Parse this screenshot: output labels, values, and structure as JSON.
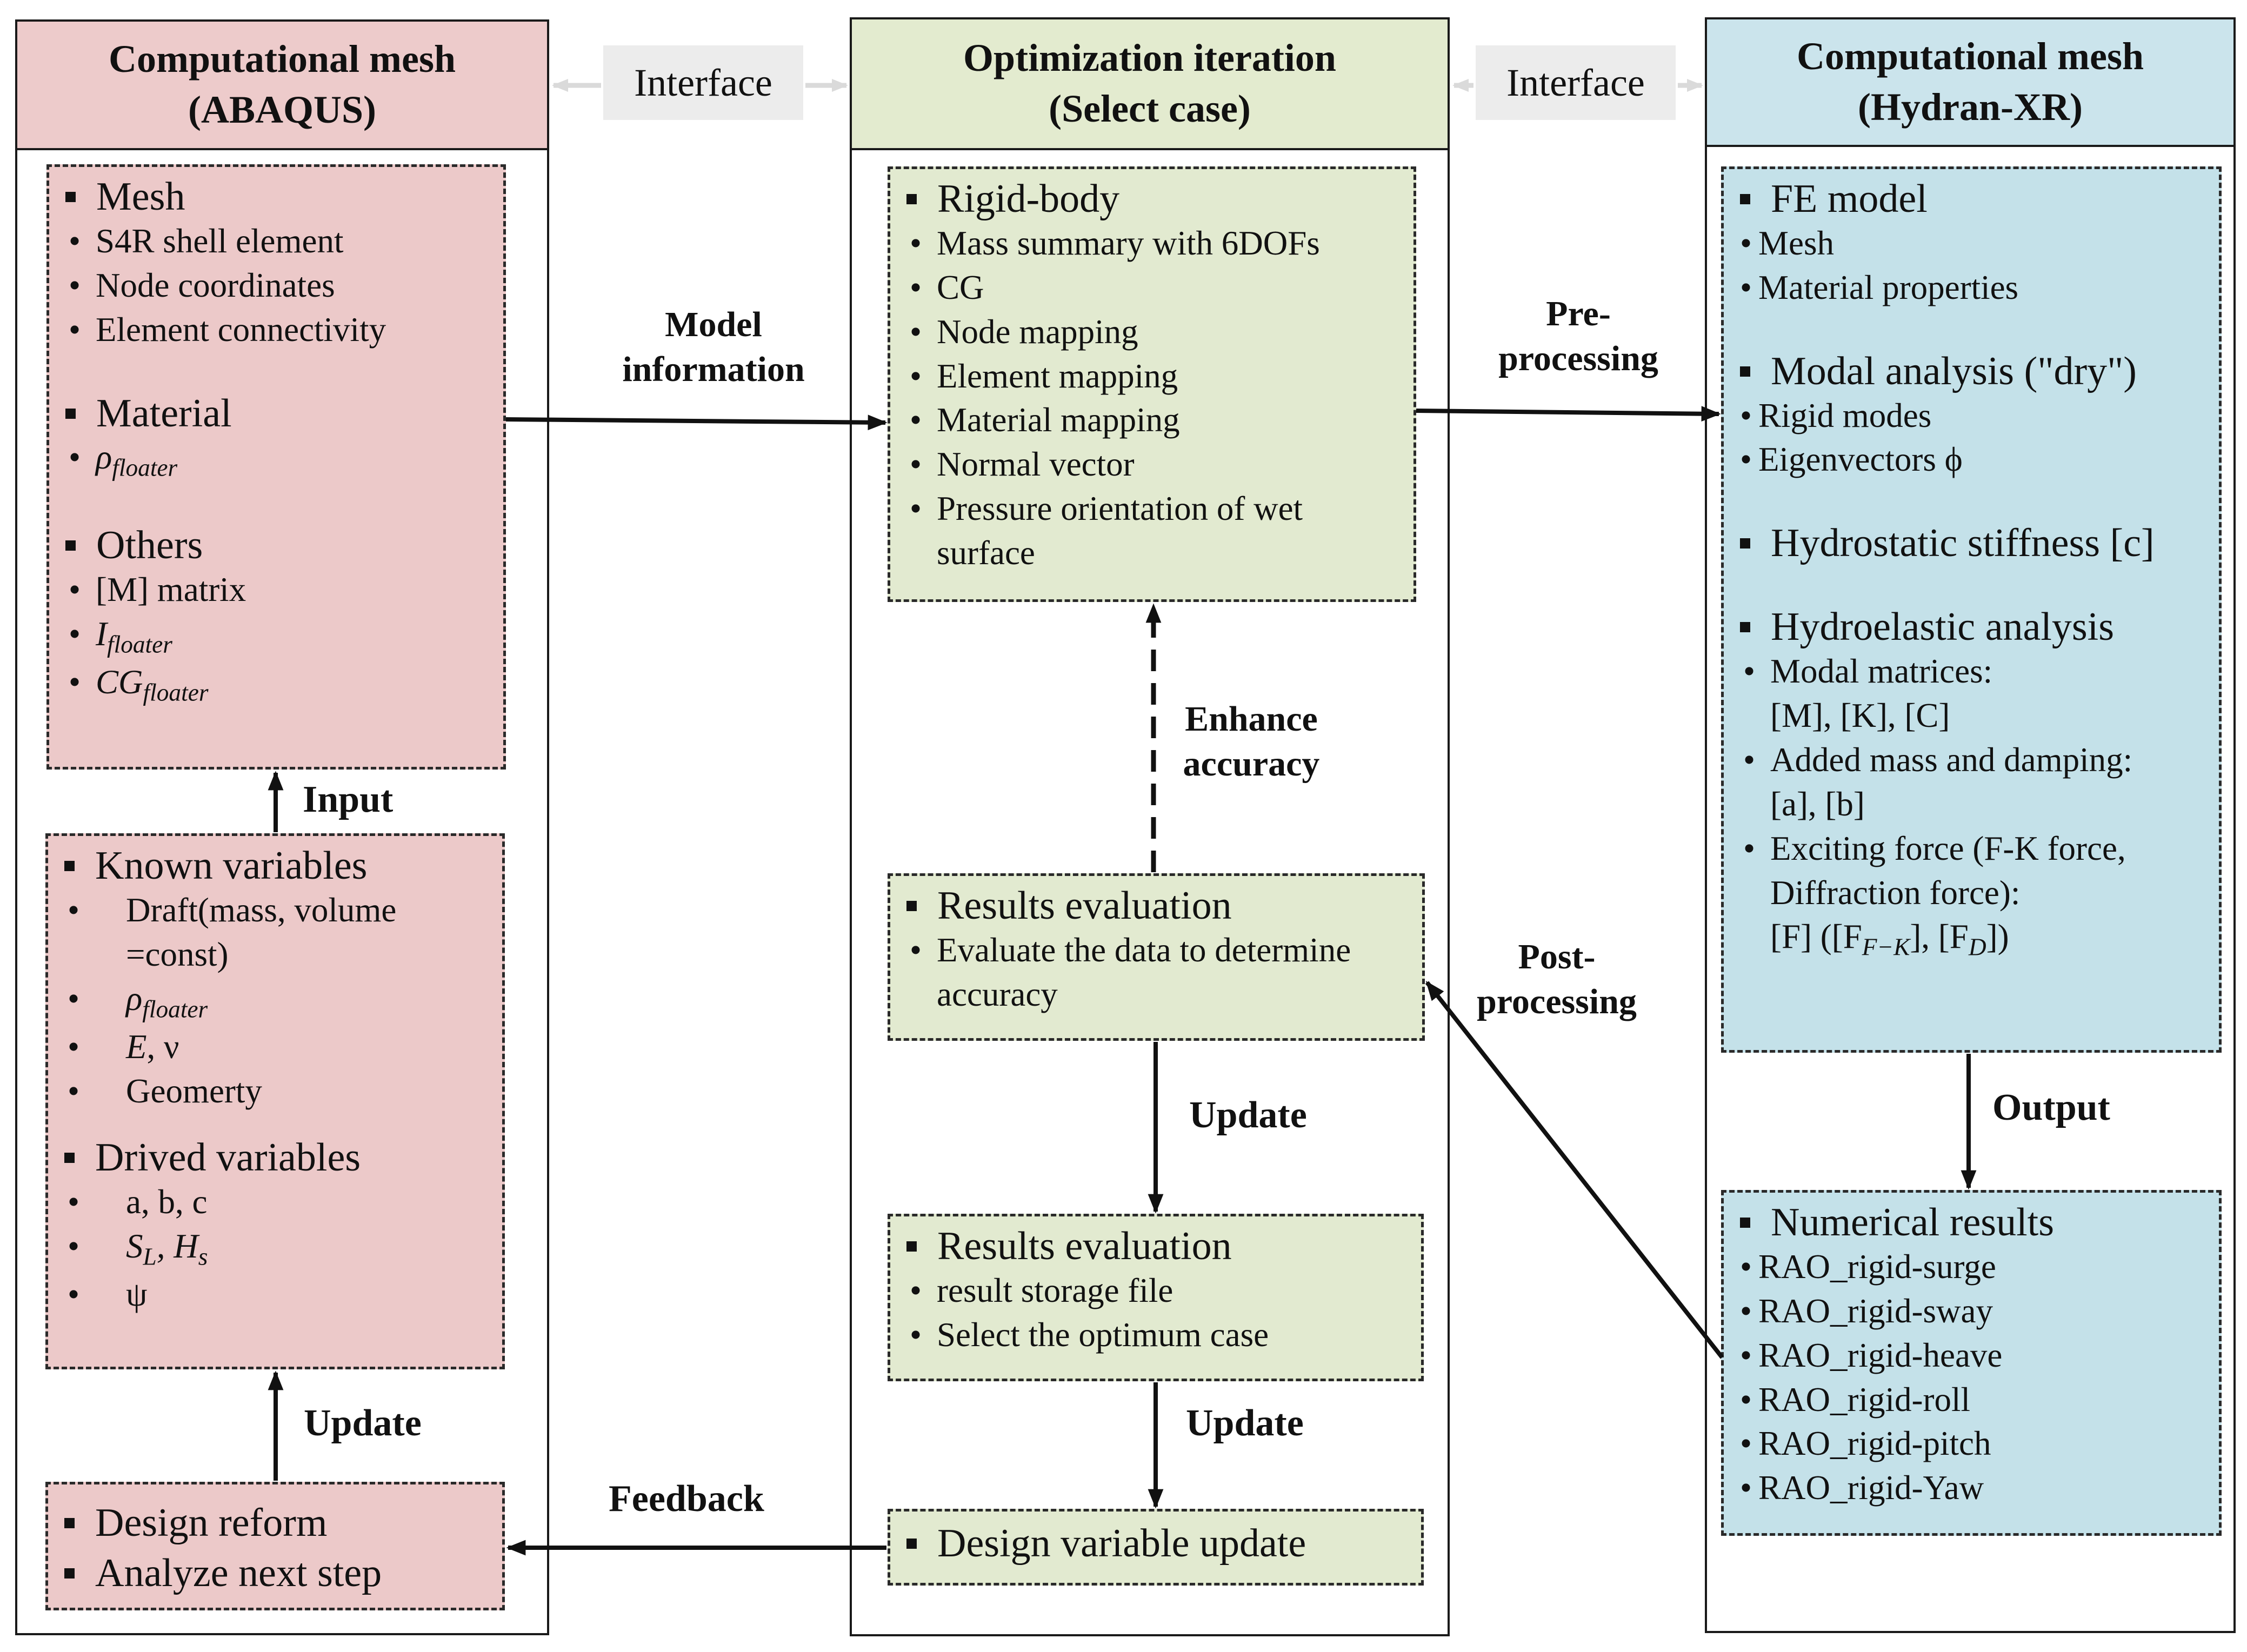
{
  "columns": {
    "left": {
      "title_line1": "Computational mesh",
      "title_line2": "(ABAQUS)",
      "color": "#ecc9c9"
    },
    "middle": {
      "title_line1": "Optimization iteration",
      "title_line2": "(Select case)",
      "color": "#e2ead0"
    },
    "right": {
      "title_line1": "Computational mesh",
      "title_line2": "(Hydran-XR)",
      "color": "#c4e1e9"
    }
  },
  "interfaces": {
    "left": "Interface",
    "right": "Interface"
  },
  "left_main_box": {
    "mesh_head": "Mesh",
    "mesh_items": [
      "S4R shell element",
      "Node coordinates",
      "Element connectivity"
    ],
    "material_head": "Material",
    "material_rho": "ρ",
    "material_rho_sub": "floater",
    "others_head": "Others",
    "others_matrix": "[M] matrix",
    "others_I": "I",
    "others_I_sub": "floater",
    "others_CG": "CG",
    "others_CG_sub": "floater"
  },
  "left_vars_box": {
    "known_head": "Known variables",
    "draft_line1": "Draft(mass, volume",
    "draft_line2": "=const)",
    "rho": "ρ",
    "rho_sub": "floater",
    "E": "E",
    "nu": ", ν",
    "geometry": "Geomerty",
    "drived_head": "Drived variables",
    "abc": "a, b, c",
    "SL": "S",
    "SL_sub": "L",
    "Hs": ", H",
    "Hs_sub": "s",
    "psi": "ψ"
  },
  "left_reform_box": {
    "items": [
      "Design reform",
      "Analyze next step"
    ]
  },
  "mid_rigid_box": {
    "head": "Rigid-body",
    "items": [
      "Mass summary with 6DOFs",
      "CG",
      "Node mapping",
      "Element mapping",
      "Material mapping",
      "Normal vector"
    ],
    "last_item_line1": "Pressure orientation of wet",
    "last_item_line2": "surface"
  },
  "mid_eval1_box": {
    "head": "Results evaluation",
    "item_line1": "Evaluate the data to determine",
    "item_line2": "accuracy"
  },
  "mid_eval2_box": {
    "head": "Results evaluation",
    "items": [
      "result storage file",
      "Select the optimum case"
    ]
  },
  "mid_update_box": {
    "head": "Design variable update"
  },
  "right_fe_box": {
    "fe_head": "FE model",
    "fe_items": [
      "Mesh",
      "Material properties"
    ],
    "modal_head": "Modal analysis (\"dry\")",
    "modal_items": [
      "Rigid modes",
      "Eigenvectors ϕ"
    ],
    "hydrostatic_head": "Hydrostatic stiffness [c]",
    "hydroelastic_head": "Hydroelastic analysis",
    "modal_matrices_line1": "Modal matrices:",
    "modal_matrices_line2": "[M], [K], [C]",
    "added_line1": "Added mass and damping:",
    "added_line2": "[a], [b]",
    "exciting_line1": "Exciting force (F-K force,",
    "exciting_line2": "Diffraction force):",
    "exciting_line3_a": "[F] ([F",
    "exciting_line3_sub1": "F−K",
    "exciting_line3_b": "], [F",
    "exciting_line3_sub2": "D",
    "exciting_line3_c": "])"
  },
  "right_results_box": {
    "head": "Numerical results",
    "items": [
      "RAO_rigid-surge",
      "RAO_rigid-sway",
      "RAO_rigid-heave",
      "RAO_rigid-roll",
      "RAO_rigid-pitch",
      "RAO_rigid-Yaw"
    ]
  },
  "labels": {
    "model_info_line1": "Model",
    "model_info_line2": "information",
    "pre_line1": "Pre-",
    "pre_line2": "processing",
    "enhance_line1": "Enhance",
    "enhance_line2": "accuracy",
    "post_line1": "Post-",
    "post_line2": "processing",
    "input": "Input",
    "update_left": "Update",
    "update_mid1": "Update",
    "update_mid2": "Update",
    "output": "Output",
    "feedback": "Feedback"
  }
}
